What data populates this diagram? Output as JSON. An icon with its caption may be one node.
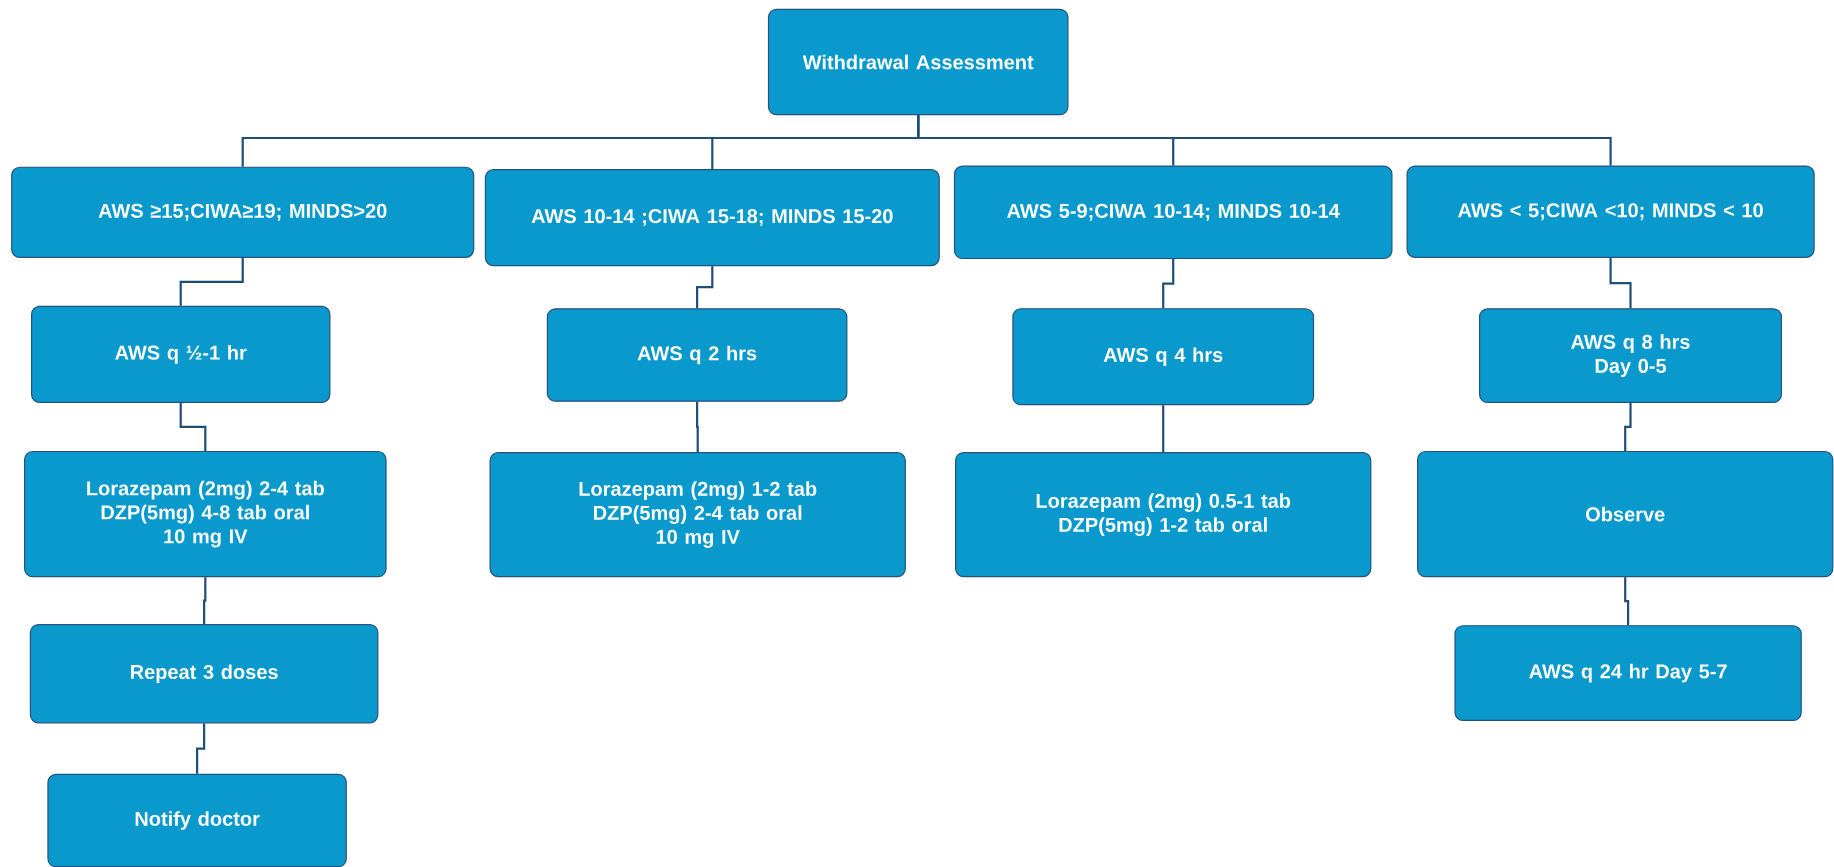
{
  "diagram": {
    "nodes": [
      {
        "text": [
          "Withdrawal Assessment"
        ]
      },
      {
        "text": [
          "AWS ≥15;CIWA≥19; MINDS>20"
        ]
      },
      {
        "text": [
          "AWS 10-14 ;CIWA 15-18; MINDS 15-20"
        ]
      },
      {
        "text": [
          "AWS 5-9;CIWA 10-14; MINDS 10-14"
        ]
      },
      {
        "text": [
          "AWS < 5;CIWA <10; MINDS < 10"
        ]
      },
      {
        "text": [
          "AWS q ½-1 hr"
        ]
      },
      {
        "text": [
          "AWS q 2 hrs"
        ]
      },
      {
        "text": [
          "AWS q 4 hrs"
        ]
      },
      {
        "text": [
          "AWS q 8 hrs",
          "Day 0-5"
        ]
      },
      {
        "text": [
          "Lorazepam (2mg) 2-4 tab",
          "DZP(5mg) 4-8 tab oral",
          "10 mg IV"
        ]
      },
      {
        "text": [
          "Lorazepam (2mg) 1-2 tab",
          "DZP(5mg) 2-4 tab oral",
          "10 mg IV"
        ]
      },
      {
        "text": [
          "Lorazepam (2mg) 0.5-1 tab",
          "DZP(5mg) 1-2 tab oral"
        ]
      },
      {
        "text": [
          "Observe"
        ]
      },
      {
        "text": [
          "Repeat 3 doses"
        ]
      },
      {
        "text": [
          "AWS q 24 hr Day 5-7"
        ]
      },
      {
        "text": [
          "Notify doctor"
        ]
      }
    ],
    "edges": [
      {
        "from": 0,
        "to": 1,
        "arrow": "none"
      },
      {
        "from": 0,
        "to": 2,
        "arrow": "none"
      },
      {
        "from": 0,
        "to": 3,
        "arrow": "none"
      },
      {
        "from": 0,
        "to": 4,
        "arrow": "none"
      },
      {
        "from": 1,
        "to": 5,
        "arrow": "none"
      },
      {
        "from": 5,
        "to": 9,
        "arrow": "none"
      },
      {
        "from": 9,
        "to": 13,
        "arrow": "none"
      },
      {
        "from": 13,
        "to": 15,
        "arrow": "none"
      },
      {
        "from": 2,
        "to": 6,
        "arrow": "none"
      },
      {
        "from": 6,
        "to": 10,
        "arrow": "none"
      },
      {
        "from": 3,
        "to": 7,
        "arrow": "none"
      },
      {
        "from": 7,
        "to": 11,
        "arrow": "none"
      },
      {
        "from": 4,
        "to": 8,
        "arrow": "none"
      },
      {
        "from": 8,
        "to": 12,
        "arrow": "none"
      },
      {
        "from": 12,
        "to": 14,
        "arrow": "none"
      }
    ]
  }
}
